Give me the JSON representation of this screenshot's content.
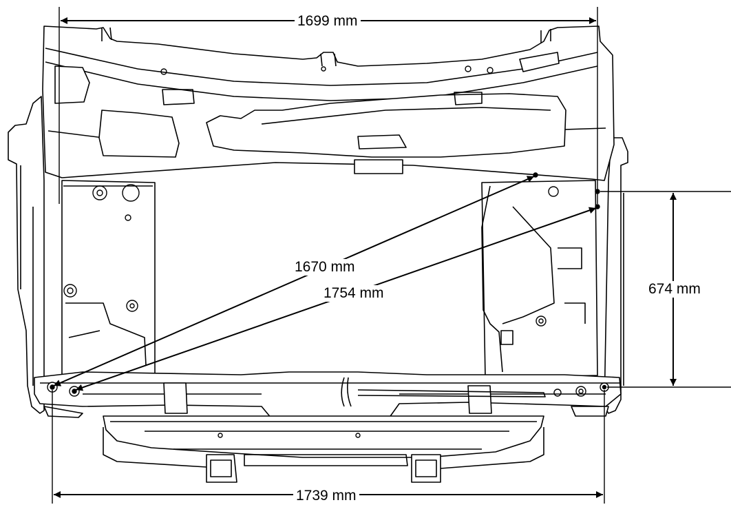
{
  "dimensions": {
    "top_width": "1699 mm",
    "bottom_width": "1739 mm",
    "right_height": "674 mm",
    "diagonal_1": "1670 mm",
    "diagonal_2": "1754 mm"
  },
  "colors": {
    "line": "#000000",
    "background": "#ffffff"
  }
}
